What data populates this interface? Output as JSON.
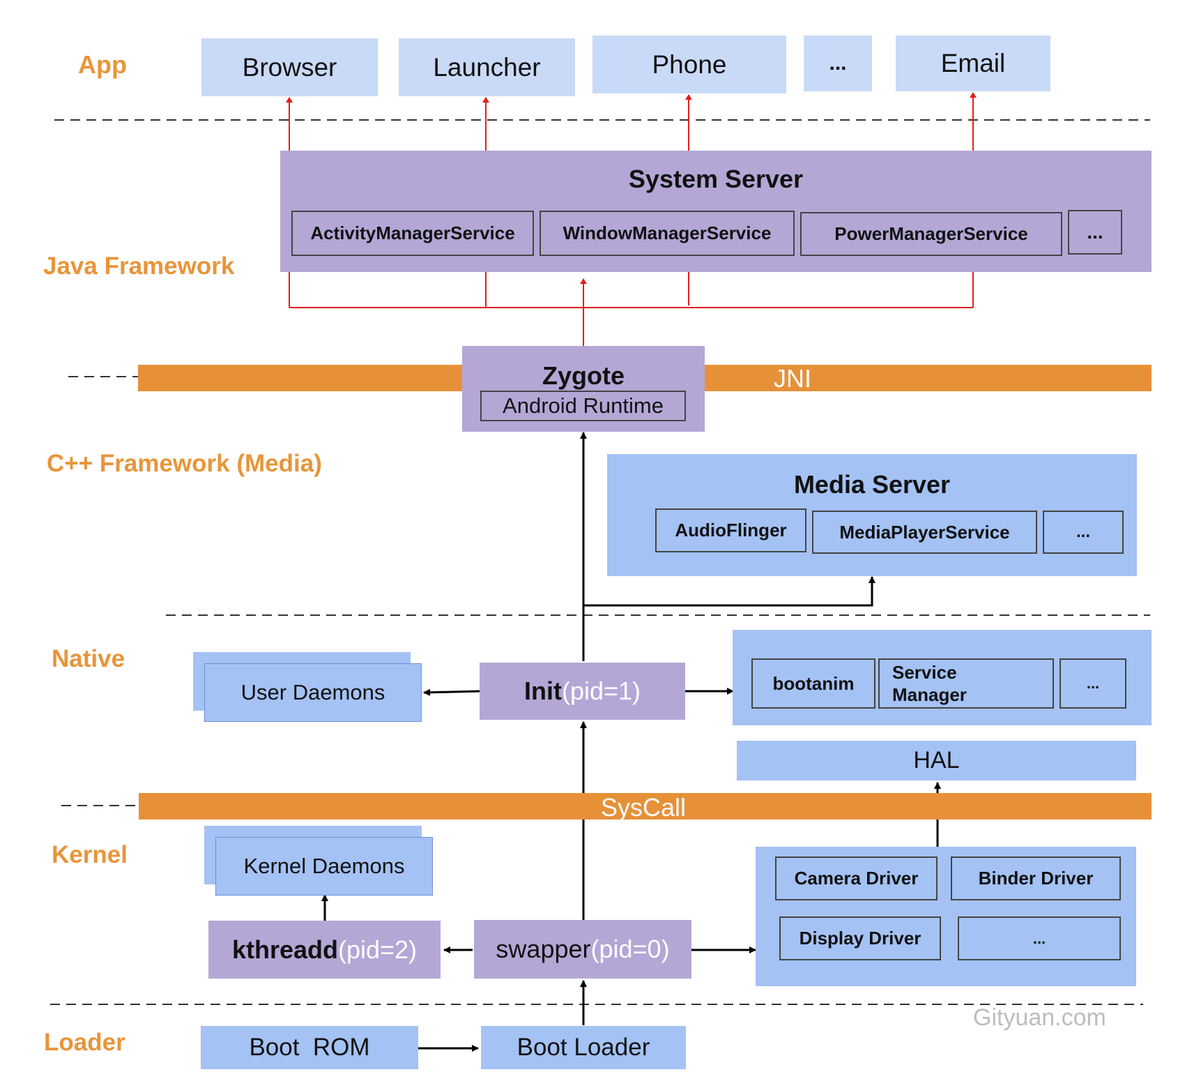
{
  "layers": {
    "app": "App",
    "java_framework": "Java Framework",
    "cpp_framework": "C++ Framework (Media)",
    "native": "Native",
    "kernel": "Kernel",
    "loader": "Loader"
  },
  "apps": {
    "browser": "Browser",
    "launcher": "Launcher",
    "phone": "Phone",
    "more": "...",
    "email": "Email"
  },
  "system_server": {
    "title": "System Server",
    "services": [
      "ActivityManagerService",
      "WindowManagerService",
      "PowerManagerService",
      "..."
    ]
  },
  "jni": "JNI",
  "zygote": {
    "title": "Zygote",
    "runtime": "Android Runtime"
  },
  "media_server": {
    "title": "Media Server",
    "services": [
      "AudioFlinger",
      "MediaPlayerService",
      "..."
    ]
  },
  "native": {
    "user_daemons": "User Daemons",
    "init_name": "Init",
    "init_pid": "(pid=1)",
    "services": [
      "bootanim",
      "Service\nManager",
      "..."
    ]
  },
  "hal": "HAL",
  "syscall": "SysCall",
  "kernel": {
    "kernel_daemons": "Kernel Daemons",
    "kthreadd_name": "kthreadd",
    "kthreadd_pid": "(pid=2)",
    "swapper_name": "swapper",
    "swapper_pid": "(pid=0)",
    "drivers": [
      "Camera Driver",
      "Binder Driver",
      "Display Driver",
      "..."
    ]
  },
  "loader": {
    "boot_rom": "Boot  ROM",
    "boot_loader": "Boot Loader"
  },
  "watermark": "Gityuan.com",
  "colors": {
    "layer_label": "#E8953A",
    "app_box": "#C9DAF8",
    "blue_box": "#A4C2F4",
    "purple_box": "#B4A7D6",
    "band": "#E69138",
    "red_arrow": "#E0201B"
  }
}
